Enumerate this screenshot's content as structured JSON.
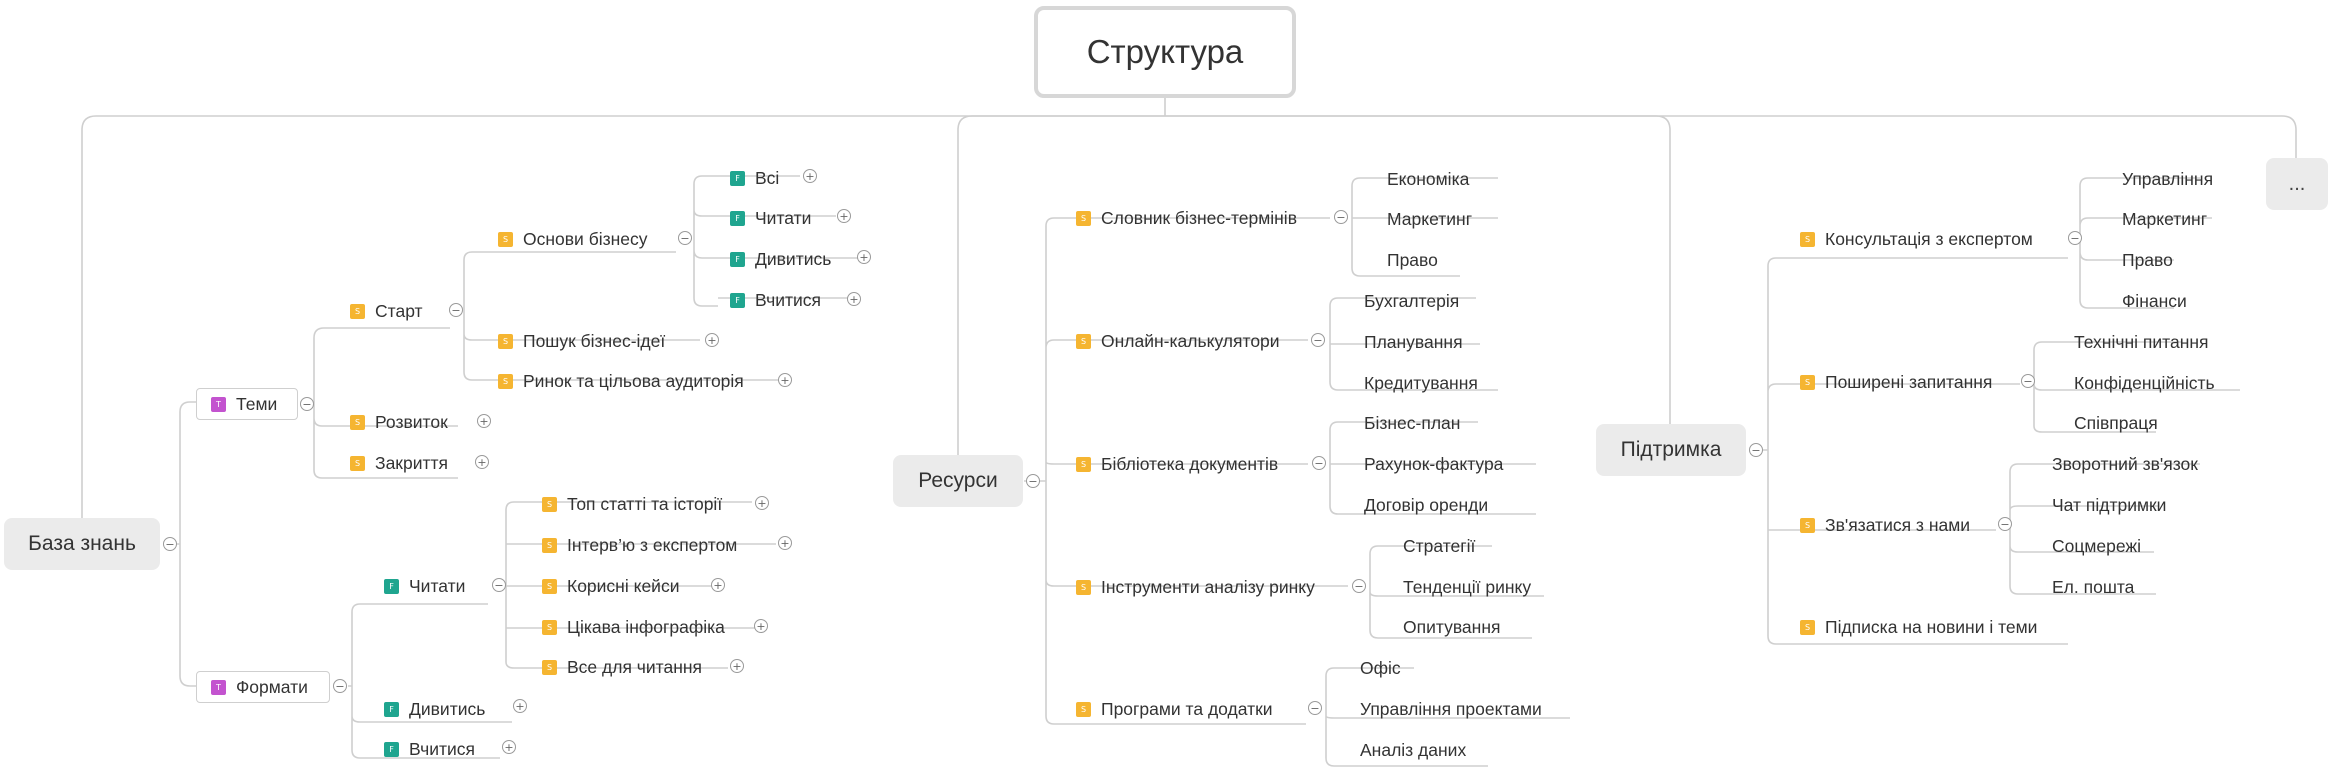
{
  "root": {
    "title": "Структура"
  },
  "more": {
    "label": "..."
  },
  "baza": {
    "label": "База знань",
    "temy": {
      "label": "Теми",
      "badge": "T",
      "start": {
        "label": "Старт",
        "badge": "S",
        "osnovy": {
          "label": "Основи бізнесу",
          "badge": "S",
          "items": [
            {
              "label": "Всі",
              "badge": "F"
            },
            {
              "label": "Читати",
              "badge": "F"
            },
            {
              "label": "Дивитись",
              "badge": "F"
            },
            {
              "label": "Вчитися",
              "badge": "F"
            }
          ]
        },
        "poshuk": {
          "label": "Пошук бізнес-ідеї",
          "badge": "S"
        },
        "rynok": {
          "label": "Ринок та цільова аудиторія",
          "badge": "S"
        }
      },
      "rozvytok": {
        "label": "Розвиток",
        "badge": "S"
      },
      "zakryttia": {
        "label": "Закриття",
        "badge": "S"
      }
    },
    "formaty": {
      "label": "Формати",
      "badge": "T",
      "chytaty": {
        "label": "Читати",
        "badge": "F",
        "items": [
          {
            "label": "Топ статті та історії",
            "badge": "S"
          },
          {
            "label": "Інтерв’ю з експертом",
            "badge": "S"
          },
          {
            "label": "Корисні кейси",
            "badge": "S"
          },
          {
            "label": "Цікава інфографіка",
            "badge": "S"
          },
          {
            "label": "Все для читання",
            "badge": "S"
          }
        ]
      },
      "dyvytys": {
        "label": "Дивитись",
        "badge": "F"
      },
      "vchytysia": {
        "label": "Вчитися",
        "badge": "F"
      }
    }
  },
  "resursy": {
    "label": "Ресурси",
    "groups": [
      {
        "label": "Словник бізнес-термінів",
        "badge": "S",
        "items": [
          "Економіка",
          "Маркетинг",
          "Право"
        ]
      },
      {
        "label": "Онлайн-калькулятори",
        "badge": "S",
        "items": [
          "Бухгалтерія",
          "Планування",
          "Кредитування"
        ]
      },
      {
        "label": "Бібліотека документів",
        "badge": "S",
        "items": [
          "Бізнес-план",
          "Рахунок-фактура",
          "Договір оренди"
        ]
      },
      {
        "label": "Інструменти аналізу ринку",
        "badge": "S",
        "items": [
          "Стратегії",
          "Тенденції ринку",
          "Опитування"
        ]
      },
      {
        "label": "Програми та додатки",
        "badge": "S",
        "items": [
          "Офіс",
          "Управління проектами",
          "Аналіз даних"
        ]
      }
    ]
  },
  "pidtrymka": {
    "label": "Підтримка",
    "groups": [
      {
        "label": "Консультація з експертом",
        "badge": "S",
        "items": [
          "Управління",
          "Маркетинг",
          "Право",
          "Фінанси"
        ]
      },
      {
        "label": "Поширені запитання",
        "badge": "S",
        "items": [
          "Технічні питання",
          "Конфіденційність",
          "Співпраця"
        ]
      },
      {
        "label": "Зв'язатися з нами",
        "badge": "S",
        "items": [
          "Зворотний зв'язок",
          "Чат підтримки",
          "Соцмережі",
          "Ел. пошта"
        ]
      },
      {
        "label": "Підписка на новини і теми",
        "badge": "S",
        "items": []
      }
    ]
  },
  "toggles": {
    "collapse": "−",
    "expand": "+"
  },
  "colors": {
    "line": "#cfcfcf",
    "badge_s": "#f5b531",
    "badge_f": "#1fa58f",
    "badge_t": "#c353cf",
    "pill": "#ebebeb"
  }
}
